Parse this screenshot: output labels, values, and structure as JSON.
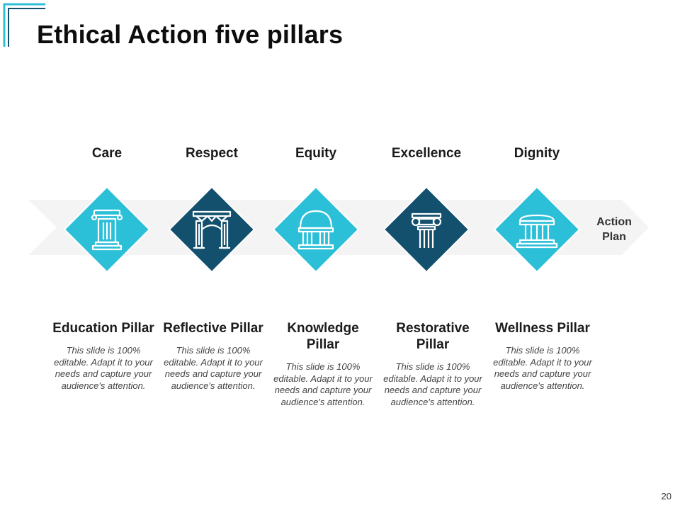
{
  "slide": {
    "title": "Ethical Action five pillars",
    "page_number": "20",
    "end_label": "Action Plan"
  },
  "pillars": [
    {
      "name": "Care",
      "card_title": "Education Pillar",
      "description": "This slide is 100% editable. Adapt it to your needs and capture your audience's attention.",
      "color": "#2bbfd8",
      "icon": "pillar-column-icon"
    },
    {
      "name": "Respect",
      "card_title": "Reflective Pillar",
      "description": "This slide is 100% editable. Adapt it to your needs and capture your audience's attention.",
      "color": "#12506e",
      "icon": "arch-gate-icon"
    },
    {
      "name": "Equity",
      "card_title": "Knowledge Pillar",
      "description": "This slide is 100% editable. Adapt it to your needs and capture your audience's attention.",
      "color": "#2bbfd8",
      "icon": "dome-temple-icon"
    },
    {
      "name": "Excellence",
      "card_title": "Restorative Pillar",
      "description": "This slide is 100% editable. Adapt it to your needs and capture your audience's attention.",
      "color": "#12506e",
      "icon": "ionic-column-icon"
    },
    {
      "name": "Dignity",
      "card_title": "Wellness Pillar",
      "description": "This slide is 100% editable. Adapt it to your needs and capture your audience's attention.",
      "color": "#2bbfd8",
      "icon": "temple-icon"
    }
  ],
  "colors": {
    "accent_light": "#2bbfd8",
    "accent_dark": "#12506e",
    "band": "#f4f4f4"
  }
}
